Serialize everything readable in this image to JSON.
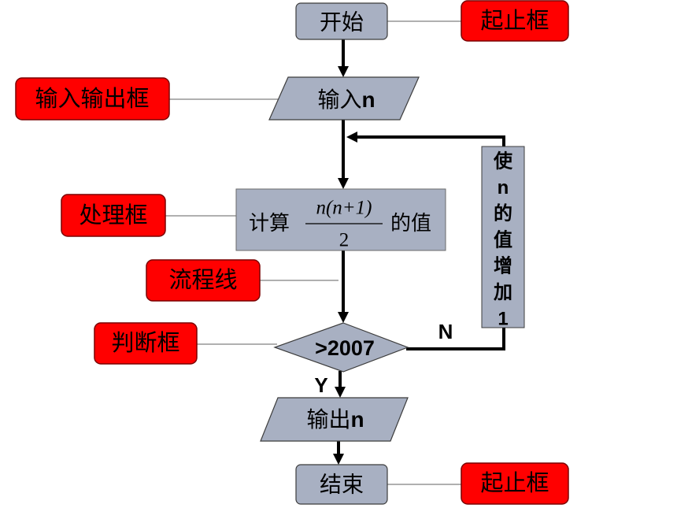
{
  "legend_labels": {
    "terminal_top": "起止框",
    "input_output": "输入输出框",
    "process": "处理框",
    "flow_line": "流程线",
    "decision": "判断框",
    "terminal_bottom": "起止框"
  },
  "flow": {
    "start": "开始",
    "input": {
      "text": "输入",
      "var": "n"
    },
    "compute": {
      "prefix": "计算",
      "numerator": "n(n+1)",
      "denominator": "2",
      "suffix": "的值"
    },
    "condition": ">2007",
    "increment": "使n的值增加1",
    "output": {
      "text": "输出",
      "var": "n"
    },
    "end": "结束"
  },
  "branch_labels": {
    "yes": "Y",
    "no": "N"
  },
  "colors": {
    "label_fill": "#ff0000",
    "label_stroke": "#7a0000",
    "node_fill": "#a8b0c2",
    "node_stroke": "#3c3c3c",
    "arrow": "#000000",
    "connector": "#808080"
  }
}
